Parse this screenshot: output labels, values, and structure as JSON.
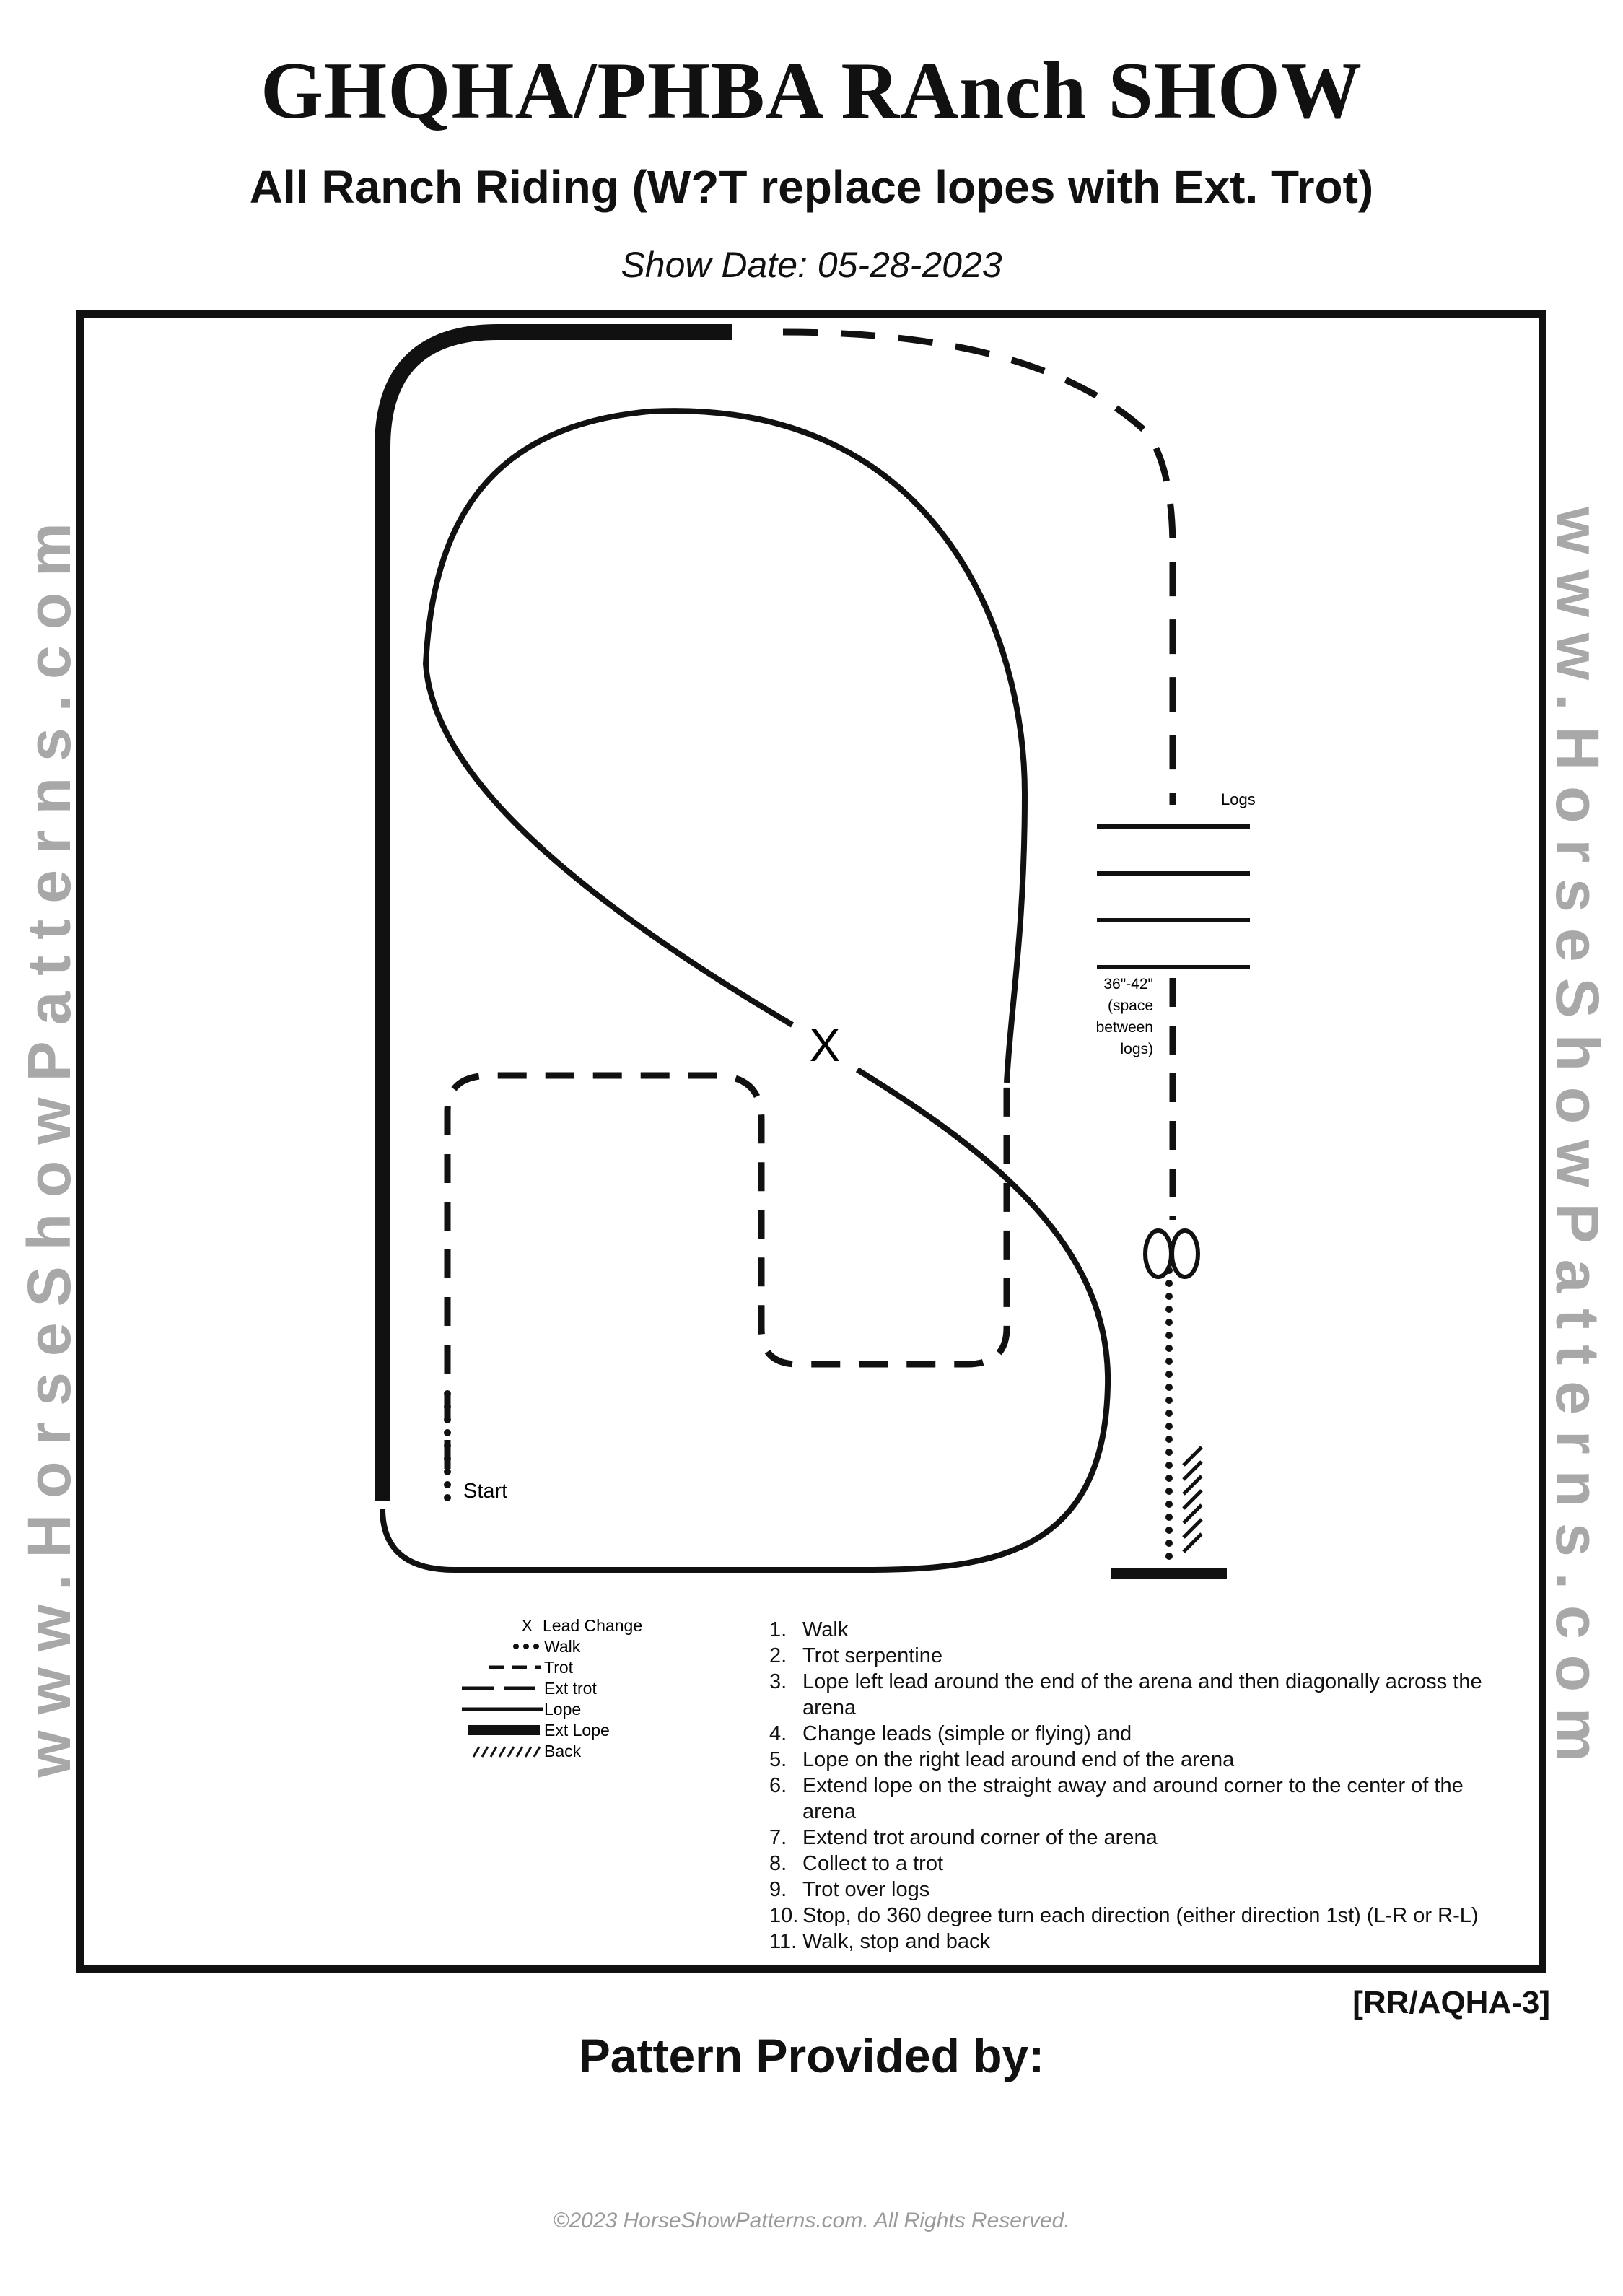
{
  "header": {
    "title": "GHQHA/PHBA RAnch SHOW",
    "subtitle": "All Ranch Riding (W?T replace lopes with Ext. Trot)",
    "show_date": "Show Date: 05-28-2023"
  },
  "watermark": {
    "text": "www.HorseShowPatterns.com",
    "color": "#a8a8a8"
  },
  "diagram_labels": {
    "logs": "Logs",
    "spacing_1": "36\"-42\"",
    "spacing_2": "(space",
    "spacing_3": "between",
    "spacing_4": "logs)",
    "start": "Start",
    "lead_change_marker": "X"
  },
  "legend": {
    "lead_change": "Lead Change",
    "walk": "Walk",
    "trot": "Trot",
    "ext_trot": "Ext trot",
    "lope": "Lope",
    "ext_lope": "Ext Lope",
    "back": "Back"
  },
  "steps": [
    {
      "num": "1.",
      "text": "Walk"
    },
    {
      "num": "2.",
      "text": "Trot serpentine"
    },
    {
      "num": "3.",
      "text": "Lope left lead around the end of the arena and then diagonally across the"
    },
    {
      "num": "",
      "text": "arena"
    },
    {
      "num": "4.",
      "text": "Change leads (simple or flying) and"
    },
    {
      "num": "5.",
      "text": "Lope on the right lead around end of the arena"
    },
    {
      "num": "6.",
      "text": "Extend lope on the straight away and around corner to the center of the"
    },
    {
      "num": "",
      "text": "arena"
    },
    {
      "num": "7.",
      "text": "Extend trot around corner of the arena"
    },
    {
      "num": "8.",
      "text": "Collect to a trot"
    },
    {
      "num": "9.",
      "text": "Trot over logs"
    },
    {
      "num": "10.",
      "text": "Stop, do 360 degree turn each direction (either direction 1st) (L-R or R-L)"
    },
    {
      "num": "11.",
      "text": "Walk, stop and back"
    }
  ],
  "footer": {
    "pattern_code": "[RR/AQHA-3]",
    "provided_by": "Pattern Provided by:",
    "copyright": "©2023 HorseShowPatterns.com. All Rights Reserved."
  }
}
